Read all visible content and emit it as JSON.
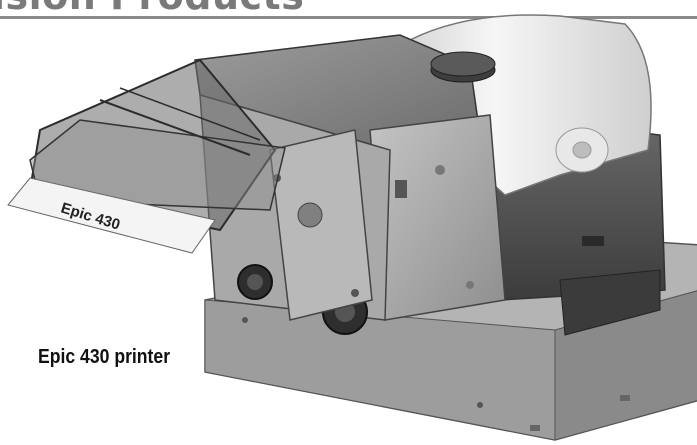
{
  "header": {
    "title": "ision Products"
  },
  "caption": {
    "text": "Epic 430 printer"
  },
  "ticket": {
    "text": "Epic 430"
  },
  "icons": [
    "printer-illustration",
    "paper-roll",
    "thumb-wheel"
  ],
  "colors": {
    "header_text": "#7a7a7a",
    "rule": "#8a8a8a",
    "metal": "#9a9a9a",
    "paper": "#f4f4f4",
    "caption": "#111111"
  }
}
